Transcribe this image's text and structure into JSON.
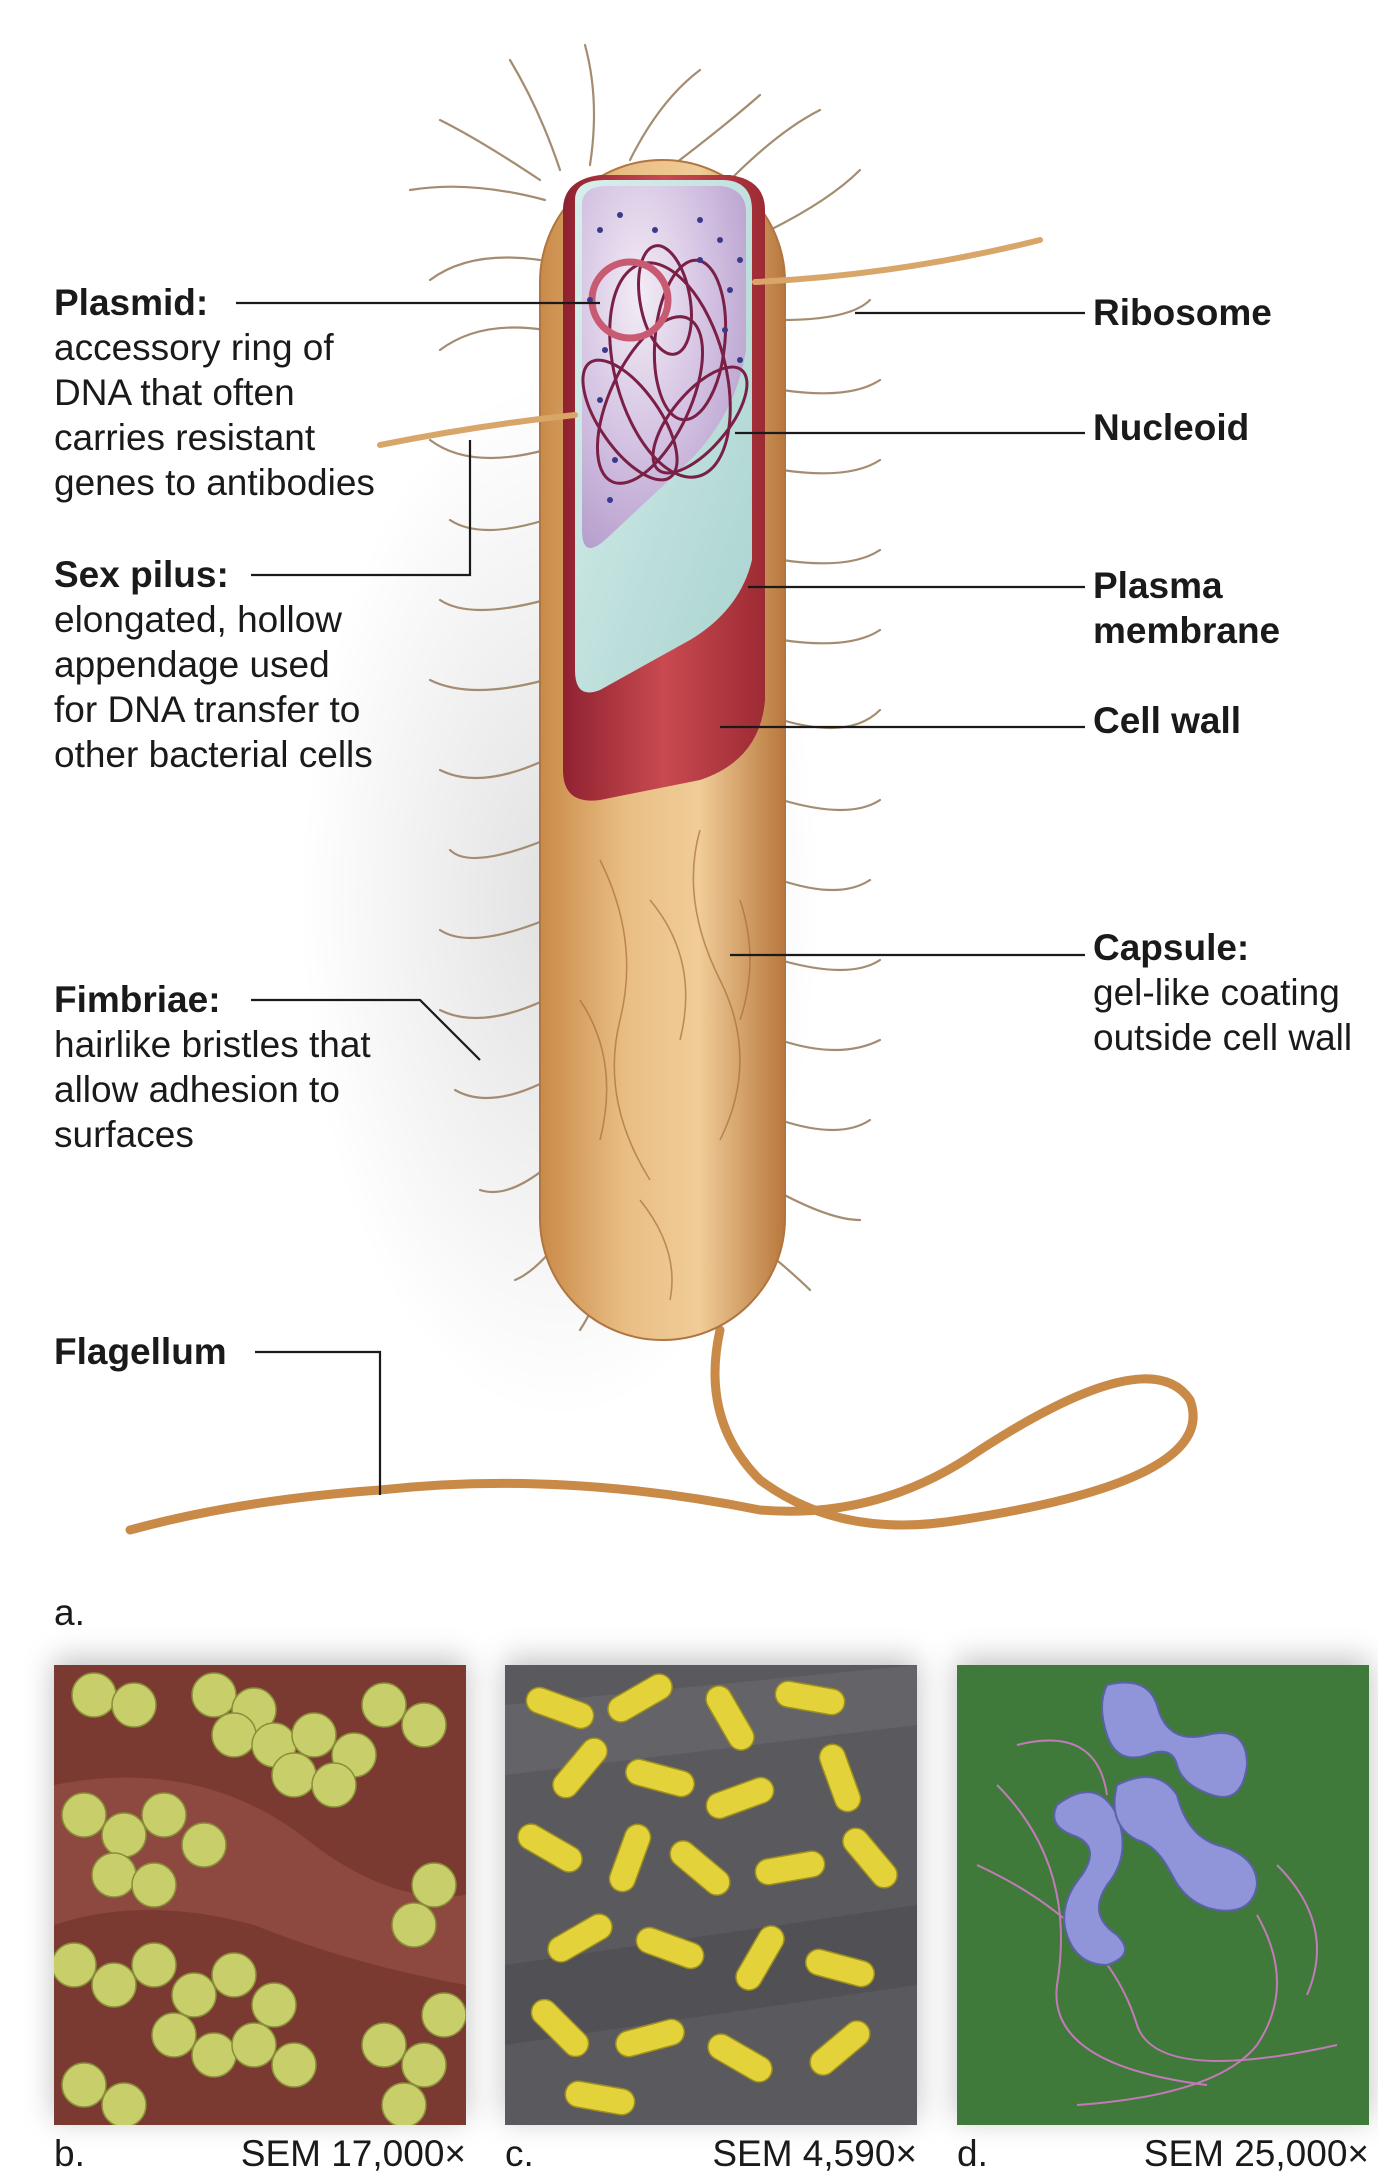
{
  "panel_a_label": "a.",
  "labels_left": [
    {
      "title": "Plasmid:",
      "lines": [
        "accessory ring of",
        "DNA that often",
        "carries resistant",
        "genes to antibodies"
      ]
    },
    {
      "title": "Sex pilus:",
      "lines": [
        "elongated, hollow",
        "appendage used",
        "for DNA transfer to",
        "other bacterial cells"
      ]
    },
    {
      "title": "Fimbriae:",
      "lines": [
        "hairlike bristles that",
        "allow adhesion to",
        "surfaces"
      ]
    },
    {
      "title": "Flagellum",
      "lines": []
    }
  ],
  "labels_right": [
    {
      "title": "Ribosome",
      "lines": []
    },
    {
      "title": "Nucleoid",
      "lines": []
    },
    {
      "title": "Plasma",
      "lines": [
        "membrane"
      ]
    },
    {
      "title": "Cell wall",
      "lines": []
    },
    {
      "title": "Capsule:",
      "lines": [
        "gel-like coating",
        "outside cell wall"
      ]
    }
  ],
  "micrographs": [
    {
      "letter": "b.",
      "caption": "SEM 17,000×",
      "background": "#7a3a32",
      "cell_color": "#c8cf6a"
    },
    {
      "letter": "c.",
      "caption": "SEM 4,590×",
      "background": "#5a5a5e",
      "cell_color": "#e3d23a"
    },
    {
      "letter": "d.",
      "caption": "SEM 25,000×",
      "background": "#3f7a3a",
      "cell_color": "#8f95d8"
    }
  ],
  "colors": {
    "capsule": "#d9a66a",
    "cell_wall": "#b3363c",
    "plasma_membrane": "#bfe3df",
    "cytoplasm": "#c9b6dd",
    "nucleoid": "#7a1f45",
    "plasmid": "#c85a72",
    "flagellum": "#d9a66a"
  }
}
